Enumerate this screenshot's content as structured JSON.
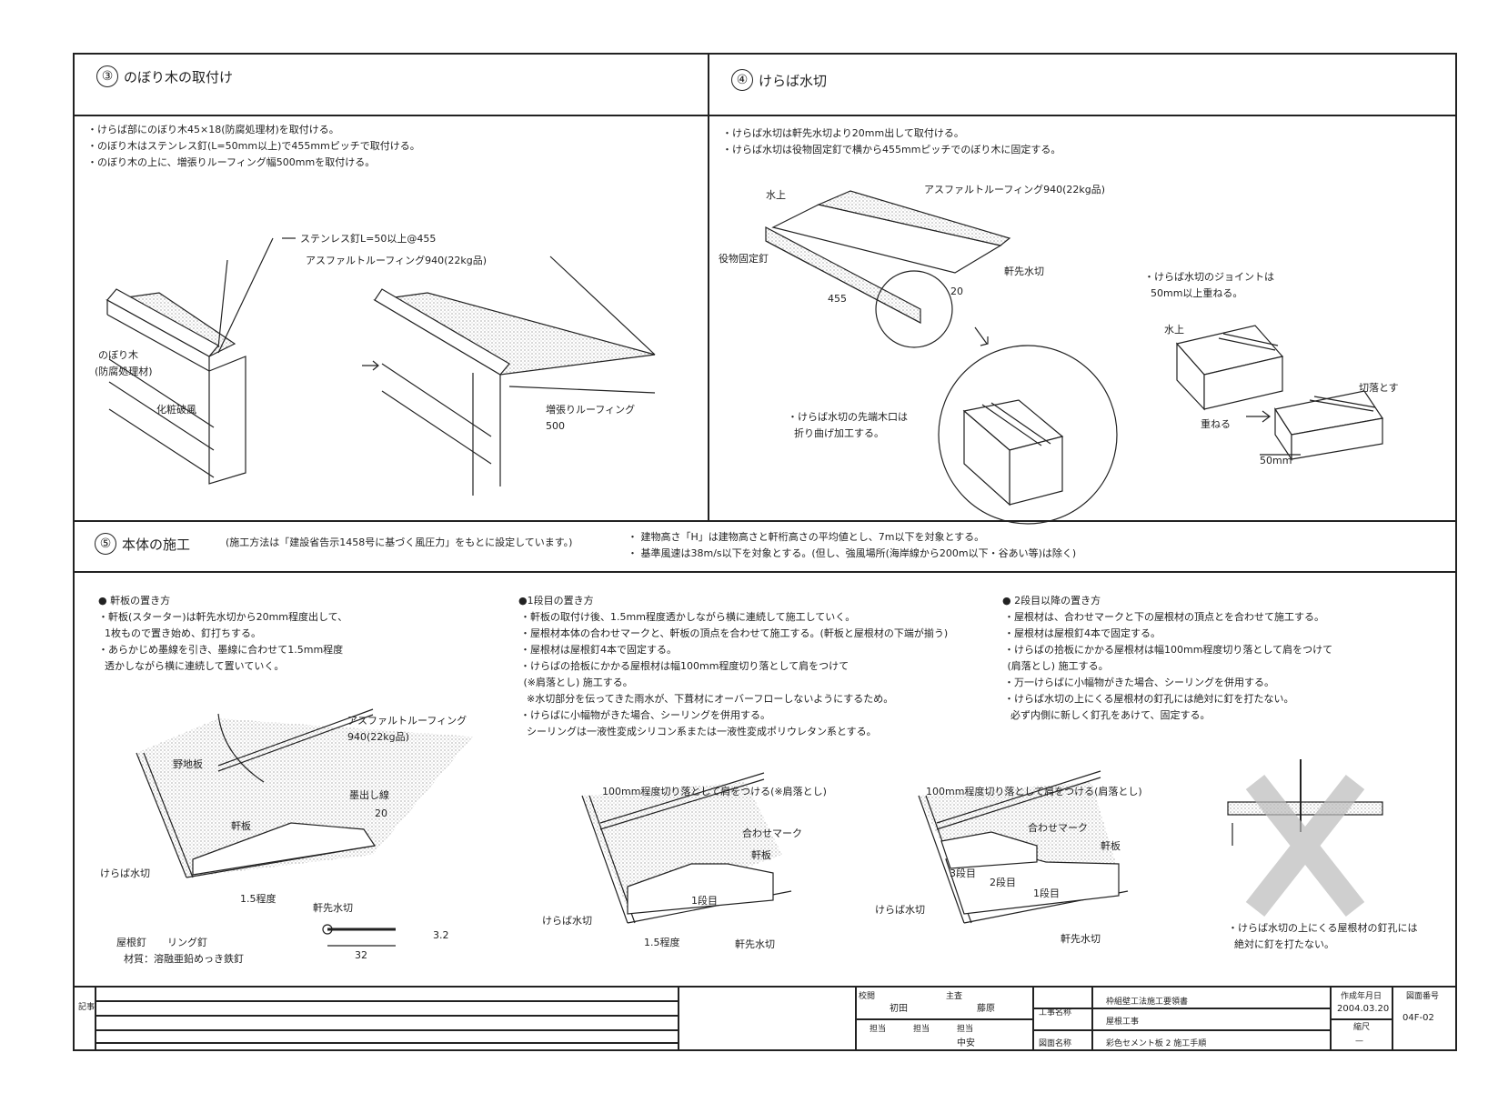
{
  "section3": {
    "num": "③",
    "title": "のぼり木の取付け",
    "notes": "・けらば部にのぼり木45×18(防腐処理材)を取付ける。\n・のぼり木はステンレス釘(L=50mm以上)で455mmピッチで取付ける。\n・のぼり木の上に、増張りルーフィング幅500mmを取付ける。",
    "label_nail": "ステンレス釘L=50以上@455",
    "label_asphalt": "アスファルトルーフィング940(22kg品)",
    "label_nobori": "のぼり木",
    "label_nobori2": "(防腐処理材)",
    "label_keshou": "化粧破風",
    "label_mashibari": "増張りルーフィング",
    "label_500": "500"
  },
  "section4": {
    "num": "④",
    "title": "けらば水切",
    "notes": "・けらば水切は軒先水切より20mm出して取付ける。\n・けらば水切は役物固定釘で横から455mmピッチでのぼり木に固定する。",
    "label_asphalt": "アスファルトルーフィング940(22kg品)",
    "label_mizukami": "水上",
    "label_yakumono": "役物固定釘",
    "label_nokisaki": "軒先水切",
    "label_455": "455",
    "label_20": "20",
    "note_joint": "・けらば水切のジョイントは\n  50mm以上重ねる。",
    "label_mizukami2": "水上",
    "label_kiriotosu": "切落とす",
    "label_kasaneru": "重ねる",
    "label_50": "50mm",
    "note_bend": "・けらば水切の先端木口は\n  折り曲げ加工する。"
  },
  "section5": {
    "num": "⑤",
    "title": "本体の施工",
    "subtitle": "(施工方法は「建設省告示1458号に基づく風圧力」をもとに設定しています。)",
    "conditions": "・ 建物高さ「H」は建物高さと軒桁高さの平均値とし、7m以下を対象とする。\n・ 基準風速は38m/s以下を対象とする。(但し、強風場所(海岸線から200m以下・谷あい等)は除く)",
    "col1_head": "● 軒板の置き方",
    "col1_notes": "・軒板(スターター)は軒先水切から20mm程度出して、\n  1枚もので置き始め、釘打ちする。\n・あらかじめ墨線を引き、墨線に合わせて1.5mm程度\n  透かしながら横に連続して置いていく。",
    "col2_head": "●1段目の置き方",
    "col2_notes": "・軒板の取付け後、1.5mm程度透かしながら横に連続して施工していく。\n・屋根材本体の合わせマークと、軒板の頂点を合わせて施工する。(軒板と屋根材の下端が揃う)\n・屋根材は屋根釘4本で固定する。\n・けらばの拾板にかかる屋根材は幅100mm程度切り落として肩をつけて\n (※肩落とし) 施工する。\n  ※水切部分を伝ってきた雨水が、下葺材にオーバーフローしないようにするため。\n・けらばに小幅物がきた場合、シーリングを併用する。\n  シーリングは一液性変成シリコン系または一液性変成ポリウレタン系とする。",
    "col3_head": "● 2段目以降の置き方",
    "col3_notes": "・屋根材は、合わせマークと下の屋根材の頂点とを合わせて施工する。\n・屋根材は屋根釘4本で固定する。\n・けらばの拾板にかかる屋根材は幅100mm程度切り落として肩をつけて\n (肩落とし) 施工する。\n・万一けらばに小幅物がきた場合、シーリングを併用する。\n・けらば水切の上にくる屋根材の釘孔には絶対に釘を打たない。\n  必ず内側に新しく釘孔をあけて、固定する。",
    "fig1": {
      "asphalt": "アスファルトルーフィング",
      "asphalt2": "940(22kg品)",
      "noji": "野地板",
      "sumidashi": "墨出し線",
      "l20": "20",
      "nokiita": "軒板",
      "keraba": "けらば水切",
      "l15": "1.5程度",
      "nokisaki": "軒先水切",
      "nail_label": "屋根釘",
      "nail_type": "リング釘",
      "material": "材質：溶融亜鉛めっき鉄釘",
      "l32": "32",
      "l32d": "3.2"
    },
    "fig2": {
      "cut": "100mm程度切り落として肩をつける(※肩落とし)",
      "awase": "合わせマーク",
      "nokiita": "軒板",
      "dan1": "1段目",
      "keraba": "けらば水切",
      "l15": "1.5程度",
      "nokisaki": "軒先水切"
    },
    "fig3": {
      "cut": "100mm程度切り落として肩をつける(肩落とし)",
      "awase": "合わせマーク",
      "nokiita": "軒板",
      "dan3": "3段目",
      "dan2": "2段目",
      "dan1": "1段目",
      "keraba": "けらば水切",
      "nokisaki": "軒先水切"
    },
    "warn": "・けらば水切の上にくる屋根材の釘孔には\n  絶対に釘を打たない。"
  },
  "titleblock": {
    "kiji": "記事",
    "kouetsu": "校閲",
    "shusa": "主査",
    "person1": "初田",
    "person2": "藤原",
    "tantou1": "担当",
    "tantou2": "担当",
    "tantou3": "担当",
    "person3": "中安",
    "kouji_label": "工事名称",
    "kouji1": "枠組壁工法施工要領書",
    "kouji2": "屋根工事",
    "zumen_label": "図面名称",
    "zumen": "彩色セメント板 2  施工手順",
    "date_label": "作成年月日",
    "date": "2004.03.20",
    "scale_label": "縮尺",
    "scale": "—",
    "no_label": "図面番号",
    "no": "04F-02"
  }
}
